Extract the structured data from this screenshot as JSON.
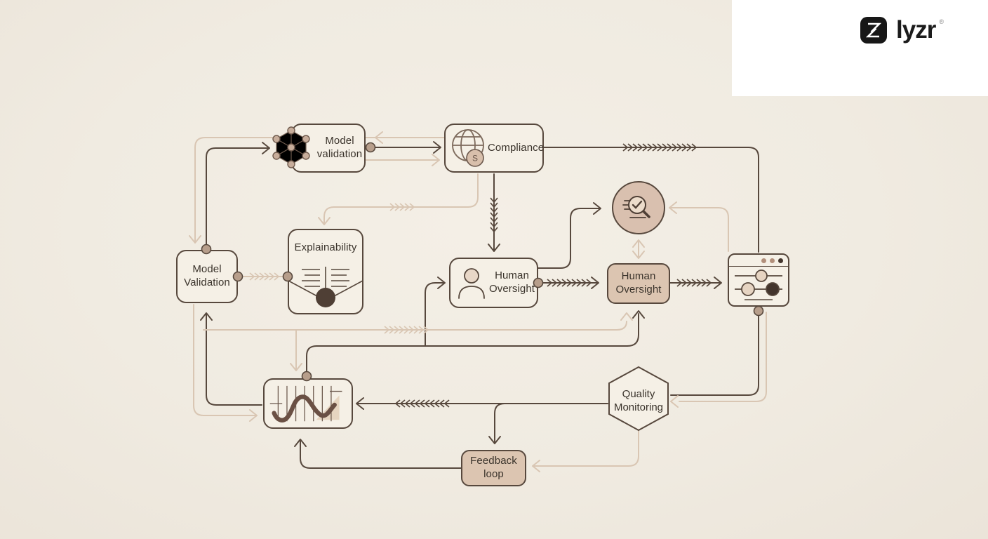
{
  "logo": {
    "text": "lyzr",
    "registered_mark": "®"
  },
  "nodes": {
    "model_validation_top": {
      "label": "Model validation"
    },
    "compliance": {
      "label": "Compliance",
      "badge": "S"
    },
    "explainability": {
      "label": "Explainability"
    },
    "model_validation_left": {
      "label": "Model Validation"
    },
    "human_oversight_center": {
      "label": "Human Oversight"
    },
    "human_oversight_right": {
      "label": "Human Oversight"
    },
    "quality_monitoring": {
      "label": "Quality Monitoring"
    },
    "feedback_loop": {
      "label": "Feedback loop"
    }
  },
  "icons": {
    "logo": "lyzr-mark-icon",
    "model_validation_top": "neural-network-icon",
    "compliance": "globe-icon with S badge",
    "explainability": "split-document-node-icon",
    "human_oversight_center": "person-icon",
    "inspection_circle": "magnifier-check-icon",
    "settings_panel": "window-with-sliders-icon",
    "chart": "wave-chart-icon"
  },
  "colors": {
    "background": "#f0ebe1",
    "header_panel": "#ffffff",
    "node_fill": "#f5f0e6",
    "node_border": "#57483d",
    "accent_tan": "#dcc5b1",
    "connector_dark": "#57483d",
    "connector_light": "#d9c6b3",
    "text": "#3a332b",
    "logo_black": "#171717"
  }
}
